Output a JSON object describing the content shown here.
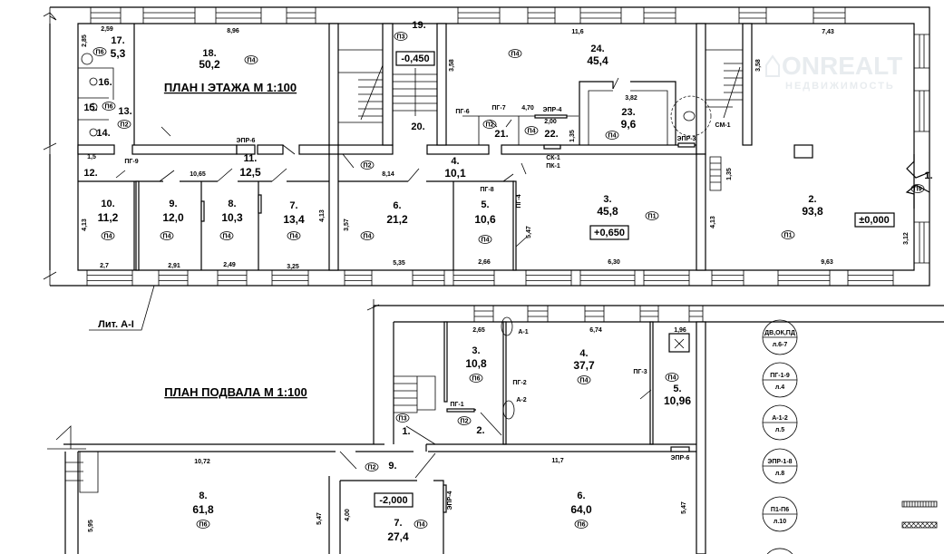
{
  "watermark": {
    "brand": "ONREALT",
    "sub": "НЕДВИЖИМОСТЬ"
  },
  "floor1": {
    "title": "ПЛАН I ЭТАЖА М 1:100",
    "rooms": [
      {
        "num": "18.",
        "area": "50,2"
      },
      {
        "num": "17.",
        "area": "5,3"
      },
      {
        "num": "10.",
        "area": "11,2"
      },
      {
        "num": "9.",
        "area": "12,0"
      },
      {
        "num": "8.",
        "area": "10,3"
      },
      {
        "num": "7.",
        "area": "13,4"
      },
      {
        "num": "6.",
        "area": "21,2"
      },
      {
        "num": "11.",
        "area": "12,5"
      },
      {
        "num": "4.",
        "area": "10,1"
      },
      {
        "num": "5.",
        "area": "10,6"
      },
      {
        "num": "3.",
        "area": "45,8"
      },
      {
        "num": "2.",
        "area": "93,8"
      },
      {
        "num": "24.",
        "area": "45,4"
      },
      {
        "num": "23.",
        "area": "9,6"
      }
    ],
    "numbers": [
      "16.",
      "15.",
      "13.",
      "14.",
      "19.",
      "20.",
      "12.",
      "21.",
      "22.",
      "1."
    ],
    "finish_tags": [
      "П6",
      "П4",
      "П6",
      "П2",
      "П3",
      "П2",
      "П4",
      "П4",
      "П4",
      "П4",
      "П4",
      "П4",
      "П4",
      "П2",
      "П4",
      "П1",
      "П4",
      "П1",
      "П9"
    ],
    "dimensions": [
      "2,59",
      "8,96",
      "1,5",
      "10,65",
      "8,14",
      "2,7",
      "2,91",
      "2,49",
      "3,25",
      "5,35",
      "11,6",
      "3,82",
      "4,70",
      "2,00",
      "1,35",
      "7,43",
      "6,30",
      "2,66",
      "9,63",
      "1,35",
      "4,13",
      "4,13",
      "3,57",
      "5,47",
      "4,13",
      "3,12",
      "3,58",
      "3,58",
      "2,85"
    ],
    "door_tags": [
      "ПГ-9",
      "ПГ-7",
      "ПГ-6",
      "ПГ-8",
      "ЭПР-4",
      "СМ-1",
      "ЭПР-6",
      "ЭПР-3",
      "СК-1",
      "ПК-1",
      "ПГ-4"
    ],
    "elevations": [
      "-0,450",
      "+0,650",
      "±0,000"
    ]
  },
  "basement": {
    "title": "ПЛАН ПОДВАЛА М 1:100",
    "lit_label": "Лит. А-I",
    "rooms": [
      {
        "num": "3.",
        "area": "10,8"
      },
      {
        "num": "4.",
        "area": "37,7"
      },
      {
        "num": "5.",
        "area": "10,96"
      },
      {
        "num": "8.",
        "area": "61,8"
      },
      {
        "num": "7.",
        "area": "27,4"
      },
      {
        "num": "6.",
        "area": "64,0"
      }
    ],
    "numbers": [
      "1.",
      "2.",
      "9."
    ],
    "finish_tags": [
      "П6",
      "П4",
      "П4",
      "П3",
      "П2",
      "П2",
      "П6",
      "П4",
      "П6"
    ],
    "dimensions": [
      "2,65",
      "6,74",
      "1,96",
      "10,72",
      "11,7",
      "5,47",
      "4,00",
      "5,47",
      "5,95"
    ],
    "door_tags": [
      "А-1",
      "ПГ-2",
      "А-2",
      "ПГ-3",
      "ПГ-1",
      "ЭПР-6",
      "ЭПР-4"
    ],
    "elevations": [
      "-2,000"
    ]
  },
  "legend": [
    {
      "top": "ДВ,ОК,ПД",
      "bottom": "л.6-7"
    },
    {
      "top": "ПГ-1-9",
      "bottom": "л.4"
    },
    {
      "top": "А-1-2",
      "bottom": "л.5"
    },
    {
      "top": "ЭПР-1-8",
      "bottom": "л.8"
    },
    {
      "top": "П1-П6",
      "bottom": "л.10"
    }
  ]
}
